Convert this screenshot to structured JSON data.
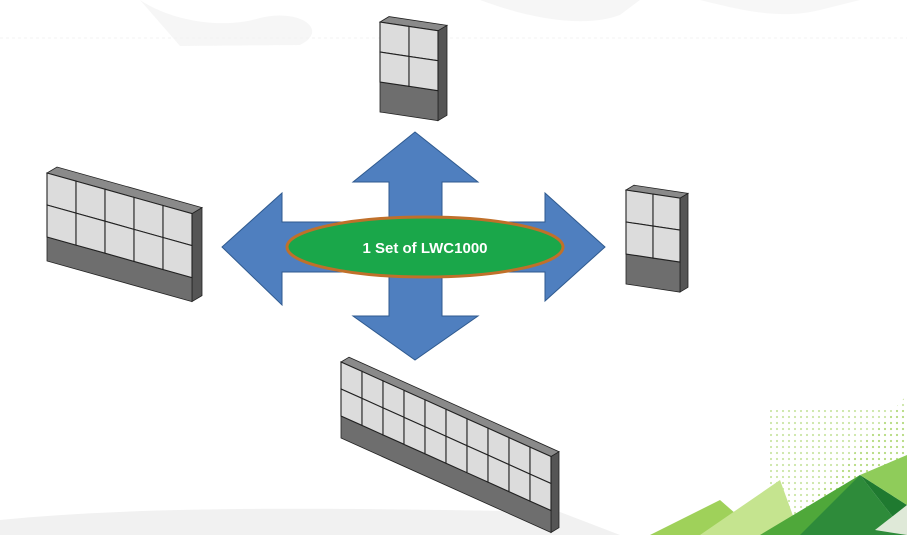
{
  "hub": {
    "label": "1 Set of LWC1000",
    "fill_color": "#1aa74a",
    "border_color": "#c0702a",
    "text_color": "#ffffff"
  },
  "arrows": {
    "fill_color": "#4f7fbf",
    "stroke_color": "#2f5a8f",
    "directions": [
      "up",
      "down",
      "left",
      "right"
    ]
  },
  "video_walls": [
    {
      "position": "top",
      "grid": "2x2"
    },
    {
      "position": "right",
      "grid": "2x2"
    },
    {
      "position": "left",
      "grid": "5x2"
    },
    {
      "position": "bottom",
      "grid": "10x2"
    }
  ],
  "decor": {
    "accent_green": "#7bc043",
    "accent_dark_green": "#2e8b3a"
  }
}
